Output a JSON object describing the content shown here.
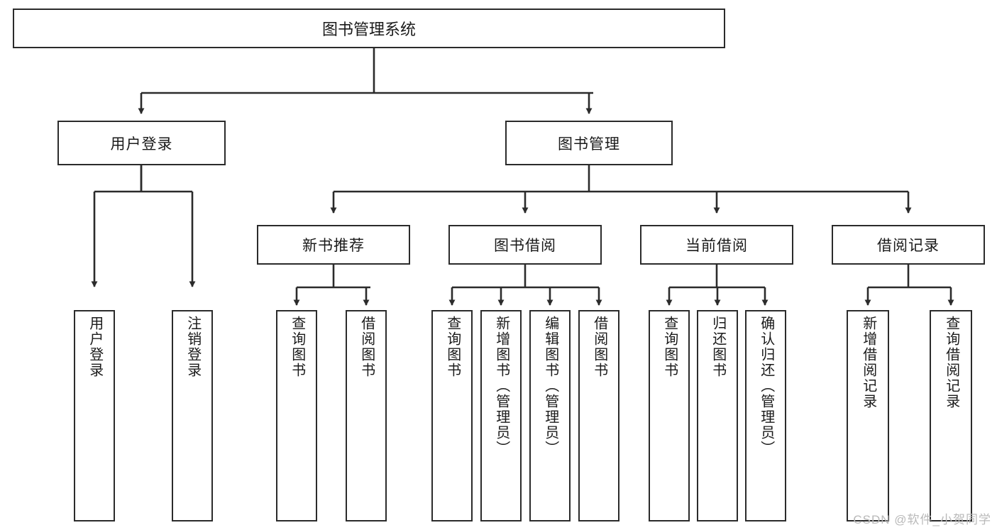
{
  "diagram": {
    "title": "图书管理系统",
    "type": "hierarchy-tree",
    "watermark": "CSDN @软件_小贺同学",
    "colors": {
      "border": "#2b2b2b",
      "background": "#ffffff",
      "text": "#1a1a1a",
      "watermark": "#b9b9b9"
    },
    "root": {
      "label": "图书管理系统"
    },
    "level2": [
      {
        "label": "用户登录"
      },
      {
        "label": "图书管理"
      }
    ],
    "level3": [
      {
        "label": "新书推荐"
      },
      {
        "label": "图书借阅"
      },
      {
        "label": "当前借阅"
      },
      {
        "label": "借阅记录"
      }
    ],
    "leaves": {
      "user_login": [
        {
          "label": "用户登录"
        },
        {
          "label": "注销登录"
        }
      ],
      "new_book_recommend": [
        {
          "label": "查询图书"
        },
        {
          "label": "借阅图书"
        }
      ],
      "book_borrow": [
        {
          "label": "查询图书"
        },
        {
          "label": "新增图书（管理员）"
        },
        {
          "label": "编辑图书（管理员）"
        },
        {
          "label": "借阅图书"
        }
      ],
      "current_borrow": [
        {
          "label": "查询图书"
        },
        {
          "label": "归还图书"
        },
        {
          "label": "确认归还（管理员）"
        }
      ],
      "borrow_record": [
        {
          "label": "新增借阅记录"
        },
        {
          "label": "查询借阅记录"
        }
      ]
    }
  }
}
